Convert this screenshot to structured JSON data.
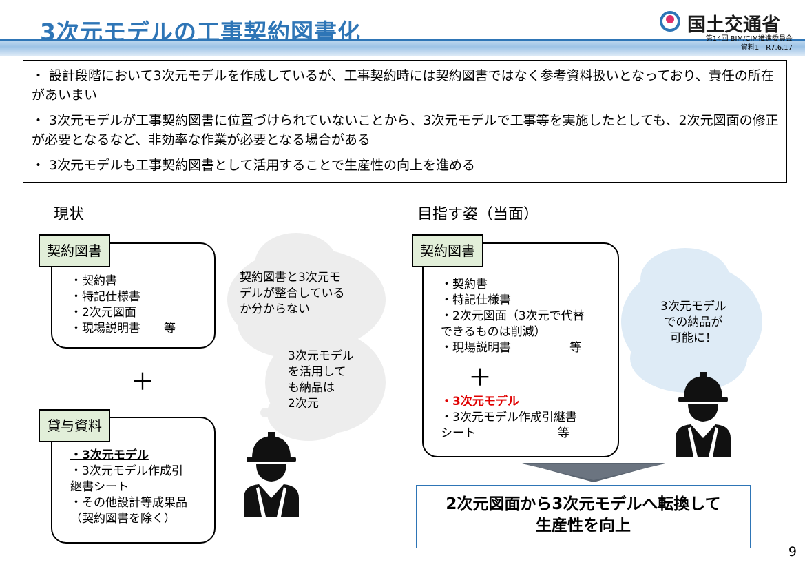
{
  "header": {
    "title": "3次元モデルの工事契約図書化",
    "ministry": "国土交通省",
    "meeting": "第14回 BIM/CIM推進委員会",
    "doc_ref": "資料1　R7.6.17"
  },
  "summary": [
    "・ 設計段階において3次元モデルを作成しているが、工事契約時には契約図書ではなく参考資料扱いとなっており、責任の所在があいまい",
    "・ 3次元モデルが工事契約図書に位置づけられていないことから、3次元モデルで工事等を実施したとしても、2次元図面の修正が必要となるなど、非効率な作業が必要となる場合がある",
    "・ 3次元モデルも工事契約図書として活用することで生産性の向上を進める"
  ],
  "current": {
    "heading": "現状",
    "contract_tag": "契約図書",
    "contract_items": [
      "・契約書",
      "・特記仕様書",
      "・2次元図面",
      "・現場説明書　　等"
    ],
    "plus": "＋",
    "loan_tag": "貸与資料",
    "loan_highlight": "・3次元モデル",
    "loan_items": [
      "・3次元モデル作成引",
      "継書シート",
      "・その他設計等成果品",
      "（契約図書を除く）"
    ],
    "cloud1": [
      "契約図書と3次元モ",
      "デルが整合している",
      "か分からない"
    ],
    "cloud2": [
      "3次元モデル",
      "を活用して",
      "も納品は",
      "2次元"
    ]
  },
  "target": {
    "heading": "目指す姿（当面）",
    "contract_tag": "契約図書",
    "items": [
      "・契約書",
      "・特記仕様書",
      "・2次元図面（3次元で代替",
      "できるものは削減）",
      "・現場説明書　　　　　等"
    ],
    "plus": "＋",
    "highlight": "・3次元モデル",
    "items2": [
      "・3次元モデル作成引継書",
      "シート　　　　　　　等"
    ],
    "cloud": [
      "3次元モデル",
      "での納品が",
      "可能に！"
    ],
    "result": [
      "2次元図面から3次元モデルへ転換して",
      "生産性を向上"
    ]
  },
  "page_number": "9",
  "colors": {
    "title": "#2e75b6",
    "tag_fill": "#e2efd9",
    "highlight": "#e00000",
    "arrow": "#5a6470"
  }
}
